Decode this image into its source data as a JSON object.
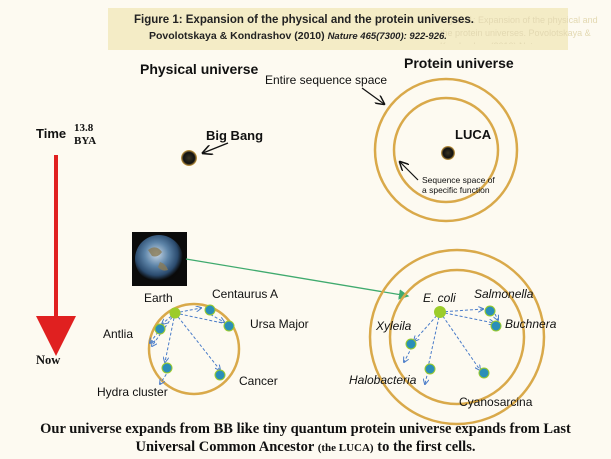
{
  "figure": {
    "title": "Figure 1: Expansion of the physical and the protein universes.",
    "citation_authors": "Povolotskaya & Kondrashov (2010)",
    "citation_journal": "Nature 465(7300): 922-926.",
    "ghost_text": "Figure 1: Expansion of the physical and the protein universes. Povolotskaya & Kondrashov (2010) Nature"
  },
  "physical": {
    "heading": "Physical universe",
    "big_bang": "Big Bang",
    "time_label": "Time",
    "time_value": "13.8",
    "time_unit": "BYA",
    "now_label": "Now",
    "bodies": [
      "Earth",
      "Centaurus A",
      "Ursa Major",
      "Antlia",
      "Hydra cluster",
      "Cancer"
    ]
  },
  "protein": {
    "heading": "Protein universe",
    "entire_space": "Entire sequence space",
    "luca": "LUCA",
    "function_space_line1": "Sequence space of",
    "function_space_line2": "a specific function",
    "organisms": [
      "E. coli",
      "Salmonella",
      "Buchnera",
      "Xyleila",
      "Halobacteria",
      "Cyanosarcina"
    ]
  },
  "caption": {
    "line1": "Our universe expands from BB like tiny quantum protein universe expands from Last",
    "line2_main": "Universal Common Ancestor",
    "line2_small": "(the LUCA)",
    "line2_end": "to the first cells."
  },
  "colors": {
    "header_band": "#f4ecc6",
    "time_arrow": "#e02020",
    "ring": "#d9a94a",
    "dot_blue": "#2a8fb8",
    "dot_green": "#9ccc2a",
    "dashed": "#4a7cc9",
    "link_line": "#3faa6e"
  }
}
